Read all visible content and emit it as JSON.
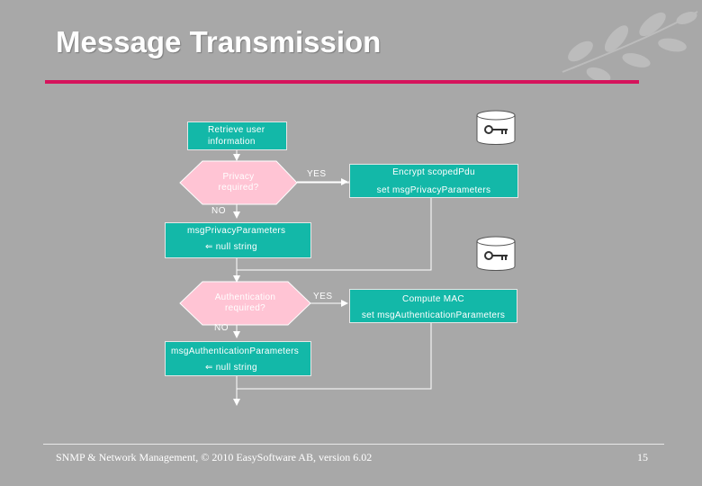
{
  "slide": {
    "title": "Message Transmission",
    "footer": "SNMP & Network Management, © 2010 EasySoftware AB, version 6.02",
    "page_number": "15"
  },
  "flow": {
    "retrieve": [
      "Retrieve user",
      "information"
    ],
    "privacy_decision": [
      "Privacy",
      "required?"
    ],
    "privacy_yes": "YES",
    "privacy_no": "NO",
    "encrypt": [
      "Encrypt scopedPdu",
      "set msgPrivacyParameters"
    ],
    "privacy_null": [
      "msgPrivacyParameters",
      "⇐ null string"
    ],
    "auth_decision": [
      "Authentication",
      "required?"
    ],
    "auth_yes": "YES",
    "auth_no": "NO",
    "mac": [
      "Compute MAC",
      "set msgAuthenticationParameters"
    ],
    "auth_null": [
      "msgAuthenticationParameters",
      "⇐ null string"
    ]
  },
  "colors": {
    "process_box": "#13b8a8",
    "decision": "#ffc4d4",
    "accent_rule": "#d6135c",
    "background": "#a8a8a8"
  },
  "icons": [
    "key-database-icon",
    "key-database-icon"
  ]
}
